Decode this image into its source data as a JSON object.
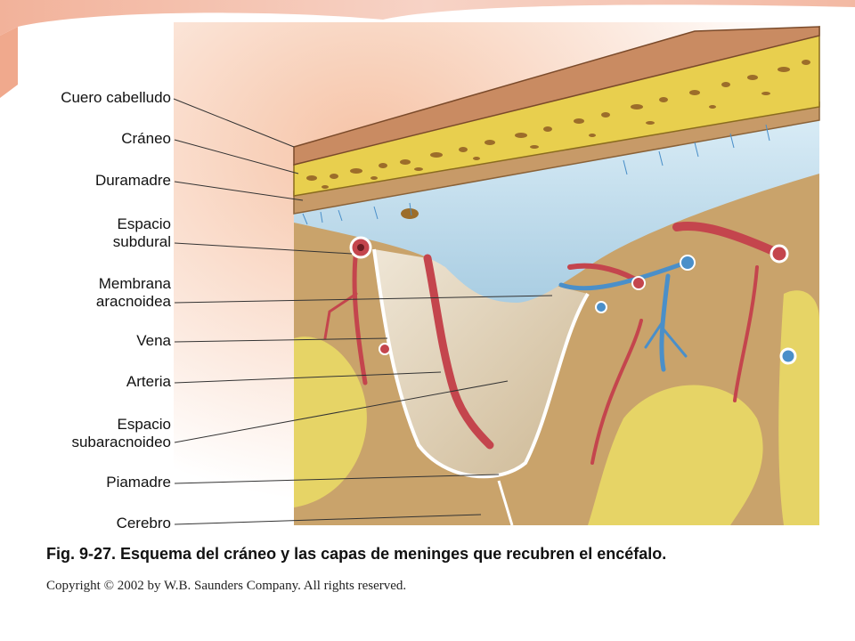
{
  "labels": [
    {
      "id": "cuero",
      "lines": [
        "Cuero cabelludo"
      ]
    },
    {
      "id": "craneo",
      "lines": [
        "Cráneo"
      ]
    },
    {
      "id": "duramadre",
      "lines": [
        "Duramadre"
      ]
    },
    {
      "id": "subdural",
      "lines": [
        "Espacio",
        "subdural"
      ]
    },
    {
      "id": "aracnoidea",
      "lines": [
        "Membrana",
        "aracnoidea"
      ]
    },
    {
      "id": "vena",
      "lines": [
        "Vena"
      ]
    },
    {
      "id": "arteria",
      "lines": [
        "Arteria"
      ]
    },
    {
      "id": "subaracnoideo",
      "lines": [
        "Espacio",
        "subaracnoideo"
      ]
    },
    {
      "id": "piamadre",
      "lines": [
        "Piamadre"
      ]
    },
    {
      "id": "cerebro",
      "lines": [
        "Cerebro"
      ]
    }
  ],
  "caption": "Fig. 9-27. Esquema del cráneo y las capas de meninges que recubren el encéfalo.",
  "copyright": "Copyright © 2002 by W.B. Saunders Company. All rights reserved.",
  "colors": {
    "scalp": "#c98b62",
    "skull": "#e8cf4e",
    "dura": "#b9d6e8",
    "brain": "#c9a36b",
    "white_matter": "#e6d466",
    "artery": "#c4454d",
    "vein": "#4a8fc9",
    "accent_pink": "#f0b9a8"
  }
}
